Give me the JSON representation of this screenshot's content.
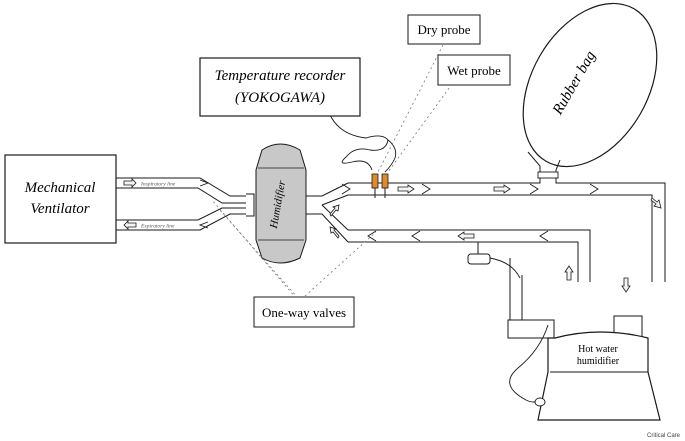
{
  "labels": {
    "mechanical_ventilator_line1": "Mechanical",
    "mechanical_ventilator_line2": "Ventilator",
    "inspiratory_line": "Inspiratory line",
    "expiratory_line": "Expiratory line",
    "humidifier": "Humidifier",
    "temperature_recorder_line1": "Temperature recorder",
    "temperature_recorder_line2": "(YOKOGAWA)",
    "dry_probe": "Dry probe",
    "wet_probe": "Wet probe",
    "rubber_bag": "Rubber bag",
    "one_way_valves": "One-way valves",
    "hot_water_humidifier_line1": "Hot water",
    "hot_water_humidifier_line2": "humidifier",
    "credit": "Critical Care"
  },
  "colors": {
    "line": "#1a1a1a",
    "humidifier_fill": "#c8c8c8",
    "probe_fill": "#e08a2e",
    "arrow_fill": "#f4f4f4"
  },
  "icons": [
    "flow-arrow-icon",
    "one-way-valve-icon",
    "temperature-probe-icon"
  ]
}
